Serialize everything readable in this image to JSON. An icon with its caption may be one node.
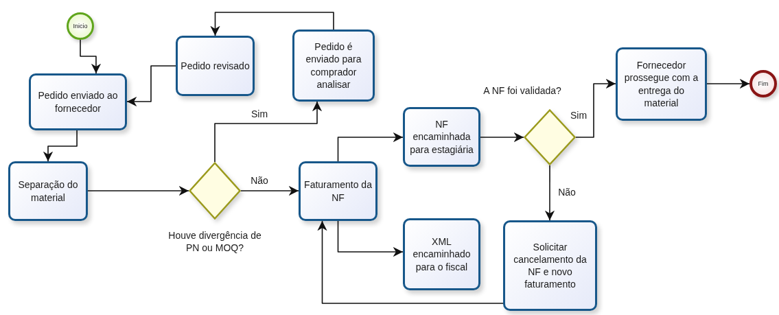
{
  "diagram": {
    "nodes": [
      {
        "text": [
          "Inicio"
        ]
      },
      {
        "text": [
          "Pedido enviado ao fornecedor"
        ]
      },
      {
        "text": [
          "Pedido revisado"
        ]
      },
      {
        "text": [
          "Pedido é enviado para comprador analisar"
        ]
      },
      {
        "text": [
          "Separação do material"
        ]
      },
      {
        "text": [
          "Houve divergência de PN ou MOQ?"
        ]
      },
      {
        "text": [
          "Faturamento da NF"
        ]
      },
      {
        "text": [
          "NF encaminhada para estagiária"
        ]
      },
      {
        "text": [
          "XML encaminhado para o fiscal"
        ]
      },
      {
        "text": [
          "A NF foi validada?"
        ]
      },
      {
        "text": [
          "Solicitar cancelamento da NF e novo faturamento"
        ]
      },
      {
        "text": [
          "Fornecedor prossegue com a entrega do material"
        ]
      },
      {
        "text": [
          "Fim"
        ]
      }
    ],
    "edges": [
      {
        "from": 0,
        "to": 1,
        "arrow": "to"
      },
      {
        "from": 2,
        "to": 1,
        "arrow": "to"
      },
      {
        "from": 3,
        "to": 2,
        "arrow": "to"
      },
      {
        "from": 1,
        "to": 4,
        "arrow": "to"
      },
      {
        "from": 4,
        "to": 5,
        "arrow": "to"
      },
      {
        "from": 5,
        "to": 3,
        "arrow": "to",
        "label": "Sim"
      },
      {
        "from": 5,
        "to": 6,
        "arrow": "to",
        "label": "Não"
      },
      {
        "from": 6,
        "to": 7,
        "arrow": "to"
      },
      {
        "from": 6,
        "to": 8,
        "arrow": "to"
      },
      {
        "from": 7,
        "to": 9,
        "arrow": "to"
      },
      {
        "from": 9,
        "to": 11,
        "arrow": "to",
        "label": "Sim"
      },
      {
        "from": 9,
        "to": 10,
        "arrow": "to",
        "label": "Não"
      },
      {
        "from": 10,
        "to": 6,
        "arrow": "to"
      },
      {
        "from": 11,
        "to": 12,
        "arrow": "to"
      }
    ]
  }
}
